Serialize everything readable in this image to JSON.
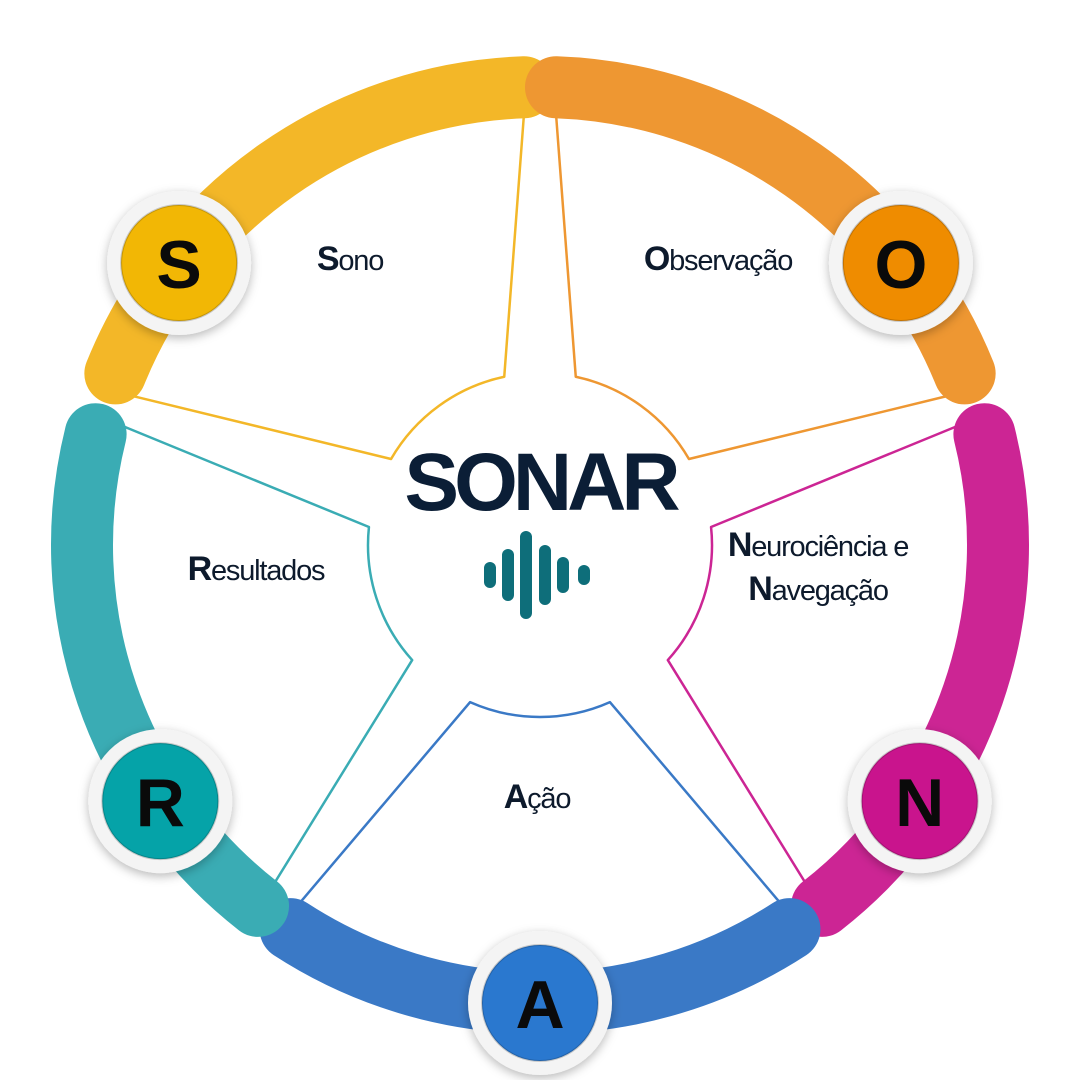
{
  "title": "SONAR",
  "icon": "sound-wave-icon",
  "colors": {
    "text": "#0b1e36",
    "wave": "#0e6e7a"
  },
  "segments": [
    {
      "id": "sono",
      "letter": "S",
      "lines": [
        {
          "first": "S",
          "rest": "ono"
        }
      ],
      "color": "#f3b728",
      "badge": "#f2b705"
    },
    {
      "id": "observacao",
      "letter": "O",
      "lines": [
        {
          "first": "O",
          "rest": "bservação"
        }
      ],
      "color": "#ee9732",
      "badge": "#ef8c00"
    },
    {
      "id": "neurociencia",
      "letter": "N",
      "lines": [
        {
          "first": "N",
          "rest": "eurociência e"
        },
        {
          "first": "N",
          "rest": "avegação"
        }
      ],
      "color": "#cc2594",
      "badge": "#c9148d"
    },
    {
      "id": "acao",
      "letter": "A",
      "lines": [
        {
          "first": "A",
          "rest": "ção"
        }
      ],
      "color": "#3a79c6",
      "badge": "#2a78cf"
    },
    {
      "id": "resultados",
      "letter": "R",
      "lines": [
        {
          "first": "R",
          "rest": "esultados"
        }
      ],
      "color": "#3aacb4",
      "badge": "#05a3a8"
    }
  ]
}
